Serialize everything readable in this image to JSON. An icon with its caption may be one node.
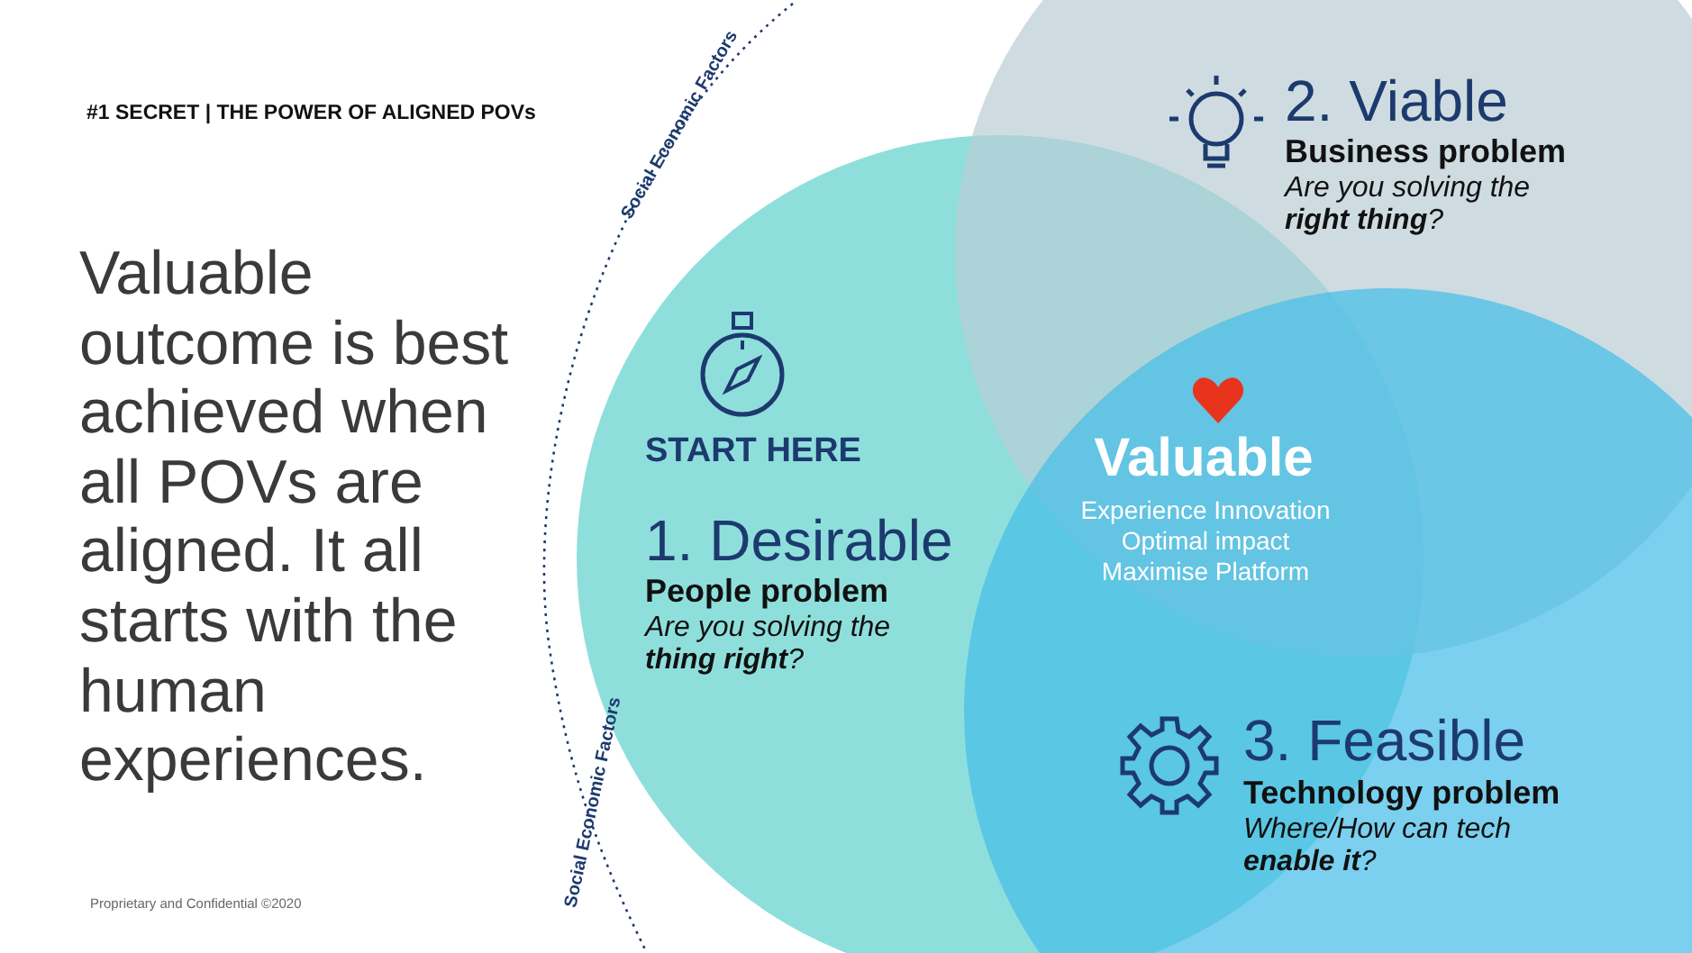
{
  "diagram": {
    "title": "#1 SECRET | THE POWER OF ALIGNED POVs",
    "caption": "Proprietary and Confidential ©2020",
    "nodes": [
      {
        "text": [
          "START HERE",
          "1. Desirable",
          "People problem",
          "Are you solving the **thing right**?"
        ]
      },
      {
        "text": [
          "2. Viable",
          "Business problem",
          "Are you solving the **right thing**?"
        ]
      },
      {
        "text": [
          "3. Feasible",
          "Technology problem",
          "Where/How can tech **enable it**?"
        ]
      },
      {
        "text": [
          "Valuable",
          "Experience Innovation Optimal impact Maximise Platform"
        ]
      }
    ],
    "labels": [
      "Valuable outcome is best achieved when all POVs are aligned. It all starts with the human experiences.",
      "Social Economic Factors",
      "Social Economic Factors"
    ]
  }
}
